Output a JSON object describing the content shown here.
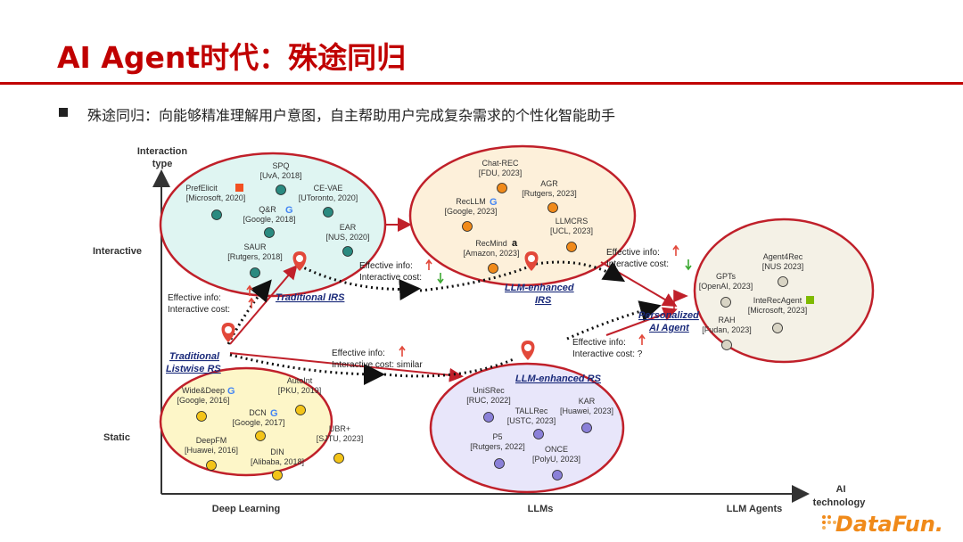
{
  "slide": {
    "title": "AI Agent时代：殊途同归",
    "subtitle": "殊途同归：向能够精准理解用户意图，自主帮助用户完成复杂需求的个性化智能助手",
    "brand": "DataFun."
  },
  "axes": {
    "y_title_1": "Interaction",
    "y_title_2": "type",
    "y_interactive": "Interactive",
    "y_static": "Static",
    "x_title_1": "AI",
    "x_title_2": "technology",
    "x_deep_learning": "Deep Learning",
    "x_llms": "LLMs",
    "x_llm_agents": "LLM Agents"
  },
  "stages": {
    "traditional_rs_1": "Traditional",
    "traditional_rs_2": "Listwise RS",
    "traditional_irs": "Traditional IRS",
    "llm_irs_1": "LLM-enhanced",
    "llm_irs_2": "IRS",
    "llm_rs": "LLM-enhanced RS",
    "agent_1": "Personalized",
    "agent_2": "AI Agent"
  },
  "annotations": {
    "eff_info": "Effective info:",
    "inter_cost": "Interactive cost:",
    "inter_cost_similar": "Interactive cost: similar",
    "inter_cost_q": "Interactive cost: ?"
  },
  "models": {
    "preflicit_1": "PrefElicit",
    "preflicit_2": "[Microsoft, 2020]",
    "spq_1": "SPQ",
    "spq_2": "[UvA, 2018]",
    "cevae_1": "CE-VAE",
    "cevae_2": "[UToronto, 2020]",
    "qr_1": "Q&R",
    "qr_2": "[Google, 2018]",
    "ear_1": "EAR",
    "ear_2": "[NUS, 2020]",
    "saur_1": "SAUR",
    "saur_2": "[Rutgers, 2018]",
    "chatrec_1": "Chat-REC",
    "chatrec_2": "[FDU, 2023]",
    "agr_1": "AGR",
    "agr_2": "[Rutgers, 2023]",
    "recllm_1": "RecLLM",
    "recllm_2": "[Google, 2023]",
    "llmcrs_1": "LLMCRS",
    "llmcrs_2": "[UCL, 2023]",
    "recmind_1": "RecMind",
    "recmind_2": "[Amazon, 2023]",
    "agent4rec_1": "Agent4Rec",
    "agent4rec_2": "[NUS 2023]",
    "gpts_1": "GPTs",
    "gpts_2": "[OpenAI, 2023]",
    "interec_1": "InteRecAgent",
    "interec_2": "[Microsoft, 2023]",
    "rah_1": "RAH",
    "rah_2": "[Fudan, 2023]",
    "widedeep_1": "Wide&Deep",
    "widedeep_2": "[Google, 2016]",
    "autoint_1": "AutoInt",
    "autoint_2": "[PKU, 2019]",
    "dcn_1": "DCN",
    "dcn_2": "[Google, 2017]",
    "ubr_1": "UBR+",
    "ubr_2": "[SJTU, 2023]",
    "deepfm_1": "DeepFM",
    "deepfm_2": "[Huawei, 2016]",
    "din_1": "DIN",
    "din_2": "[Alibaba, 2018]",
    "unisrec_1": "UniSRec",
    "unisrec_2": "[RUC, 2022]",
    "kar_1": "KAR",
    "kar_2": "[Huawei, 2023]",
    "tallrec_1": "TALLRec",
    "tallrec_2": "[USTC, 2023]",
    "p5_1": "P5",
    "p5_2": "[Rutgers, 2022]",
    "once_1": "ONCE",
    "once_2": "[PolyU, 2023]"
  },
  "colors": {
    "accent": "#c00000",
    "ellipse_stroke": "#c0202a",
    "teal_dot": "#2a8a80",
    "orange_dot": "#f08a1a",
    "gray_dot": "#d8d4c4",
    "yellow_dot": "#f3c419",
    "purple_dot": "#8a80d8"
  }
}
